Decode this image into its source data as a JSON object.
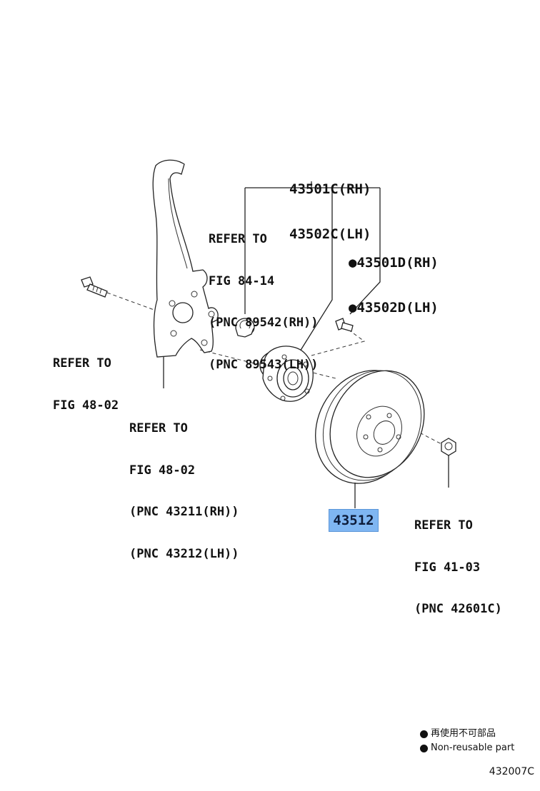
{
  "diagram": {
    "main_part": {
      "lines": [
        "43501C(RH)",
        "43502C(LH)"
      ]
    },
    "reusable_part": {
      "lines": [
        "43501D(RH)",
        "43502D(LH)"
      ]
    },
    "ref_fig_84": {
      "lines": [
        "REFER TO",
        "FIG 84-14",
        "(PNC 89542(RH))",
        "(PNC 89543(LH))"
      ]
    },
    "ref_fig_48_bolt": {
      "lines": [
        "REFER TO",
        "FIG 48-02"
      ]
    },
    "ref_fig_48_knuckle": {
      "lines": [
        "REFER TO",
        "FIG 48-02",
        "(PNC 43211(RH))",
        "(PNC 43212(LH))"
      ]
    },
    "ref_fig_41": {
      "lines": [
        "REFER TO",
        "FIG 41-03",
        "(PNC 42601C)"
      ]
    },
    "highlighted_part": "43512",
    "bullet": "●"
  },
  "legend": {
    "items": [
      "再使用不可部品",
      "Non-reusable part"
    ]
  },
  "figure_code": "432007C"
}
